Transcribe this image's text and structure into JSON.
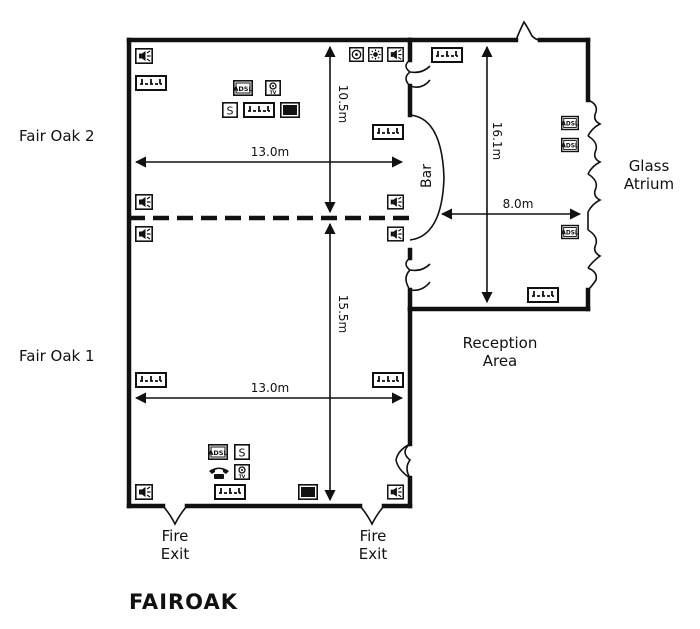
{
  "rooms": {
    "fair_oak_2": "Fair Oak 2",
    "fair_oak_1": "Fair Oak 1",
    "glass_atrium_line1": "Glass",
    "glass_atrium_line2": "Atrium",
    "reception_line1": "Reception",
    "reception_line2": "Area",
    "bar": "Bar"
  },
  "exits": {
    "left_line1": "Fire",
    "left_line2": "Exit",
    "right_line1": "Fire",
    "right_line2": "Exit"
  },
  "dimensions": {
    "fo2_width": "13.0m",
    "fo2_depth": "10.5m",
    "fo1_width": "13.0m",
    "fo1_depth": "15.5m",
    "atrium_width": "8.0m",
    "atrium_depth": "16.1m"
  },
  "icons": {
    "adsl": "ADSL",
    "s": "S",
    "tv": "TV"
  },
  "venue_name": "FAIROAK"
}
